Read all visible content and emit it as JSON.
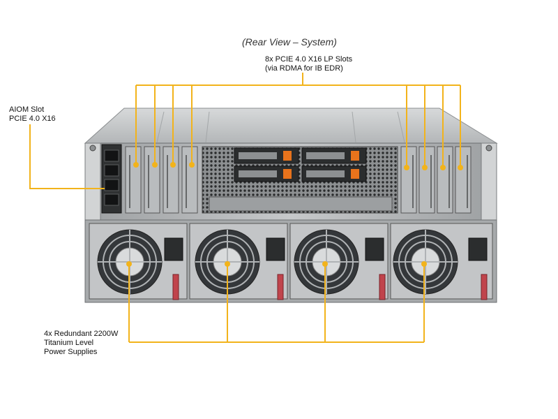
{
  "caption": "(Rear View – System)",
  "callouts": {
    "pcie_slots": {
      "line1": "8x PCIE 4.0 X16 LP Slots",
      "line2": "(via RDMA for IB EDR)"
    },
    "aiom_slot": {
      "line1": "AIOM  Slot",
      "line2": "PCIE 4.0 X16"
    },
    "power_supplies": {
      "line1": "4x Redundant 2200W",
      "line2": "Titanium Level",
      "line3": "Power Supplies"
    }
  },
  "colors": {
    "callout": "#f2b31b",
    "chassis": "#bfc2c4",
    "chassis_dark": "#6b6e70",
    "drive_handle": "#e8731c",
    "psu_tab": "#c0444c"
  }
}
